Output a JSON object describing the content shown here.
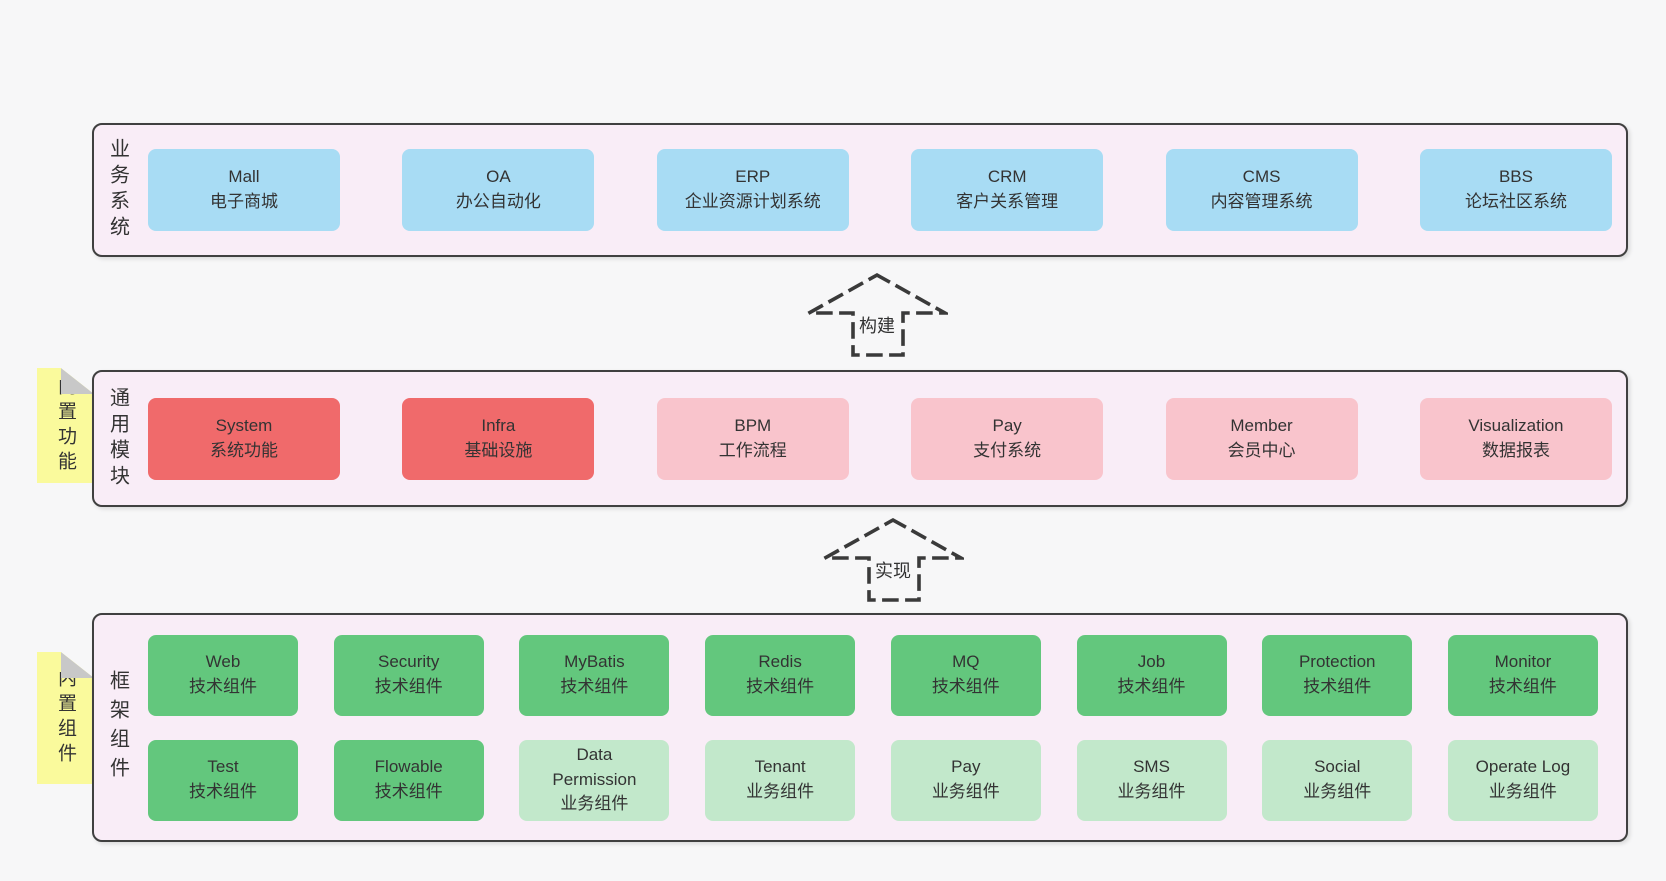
{
  "colors": {
    "page-bg": "#f7f7f8",
    "container-bg": "#f9edf7",
    "container-border": "#404040",
    "box-blue": "#a8dcf4",
    "box-red": "#f06a6b",
    "box-pink": "#f9c4cc",
    "box-green": "#63c77d",
    "box-light-green": "#c2e8cb",
    "tag-yellow": "#fafa9c",
    "tag-fold": "#c8c8c8",
    "arrow-stroke": "#3a3a3a",
    "text": "#333333"
  },
  "layers": {
    "business": {
      "side_label": "业务系统",
      "boxes": [
        {
          "name": "Mall",
          "desc": "电子商城"
        },
        {
          "name": "OA",
          "desc": "办公自动化"
        },
        {
          "name": "ERP",
          "desc": "企业资源计划系统"
        },
        {
          "name": "CRM",
          "desc": "客户关系管理"
        },
        {
          "name": "CMS",
          "desc": "内容管理系统"
        },
        {
          "name": "BBS",
          "desc": "论坛社区系统"
        }
      ]
    },
    "modules": {
      "tag": "内置功能",
      "side_label": "通用模块",
      "boxes": [
        {
          "name": "System",
          "desc": "系统功能"
        },
        {
          "name": "Infra",
          "desc": "基础设施"
        },
        {
          "name": "BPM",
          "desc": "工作流程"
        },
        {
          "name": "Pay",
          "desc": "支付系统"
        },
        {
          "name": "Member",
          "desc": "会员中心"
        },
        {
          "name": "Visualization",
          "desc": "数据报表"
        }
      ]
    },
    "framework": {
      "tag": "内置组件",
      "side_label": "框架组件",
      "row1": [
        {
          "name": "Web",
          "desc": "技术组件"
        },
        {
          "name": "Security",
          "desc": "技术组件"
        },
        {
          "name": "MyBatis",
          "desc": "技术组件"
        },
        {
          "name": "Redis",
          "desc": "技术组件"
        },
        {
          "name": "MQ",
          "desc": "技术组件"
        },
        {
          "name": "Job",
          "desc": "技术组件"
        },
        {
          "name": "Protection",
          "desc": "技术组件"
        },
        {
          "name": "Monitor",
          "desc": "技术组件"
        }
      ],
      "row2": [
        {
          "name": "Test",
          "desc": "技术组件"
        },
        {
          "name": "Flowable",
          "desc": "技术组件"
        },
        {
          "name": "Data Permission",
          "desc": "业务组件"
        },
        {
          "name": "Tenant",
          "desc": "业务组件"
        },
        {
          "name": "Pay",
          "desc": "业务组件"
        },
        {
          "name": "SMS",
          "desc": "业务组件"
        },
        {
          "name": "Social",
          "desc": "业务组件"
        },
        {
          "name": "Operate Log",
          "desc": "业务组件"
        }
      ]
    }
  },
  "arrows": {
    "build": {
      "label": "构建"
    },
    "implement": {
      "label": "实现"
    }
  }
}
